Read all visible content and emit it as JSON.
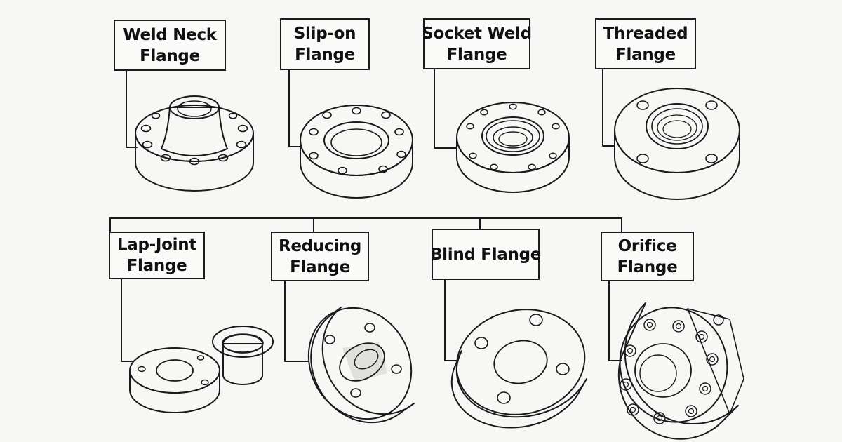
{
  "flanges": [
    {
      "line1": "Weld Neck",
      "line2": "Flange",
      "icon": "weld-neck-flange-icon"
    },
    {
      "line1": "Slip-on",
      "line2": "Flange",
      "icon": "slip-on-flange-icon"
    },
    {
      "line1": "Socket Weld",
      "line2": "Flange",
      "icon": "socket-weld-flange-icon"
    },
    {
      "line1": "Threaded",
      "line2": "Flange",
      "icon": "threaded-flange-icon"
    },
    {
      "line1": "Lap-Joint",
      "line2": "Flange",
      "icon": "lap-joint-flange-icon"
    },
    {
      "line1": "Reducing",
      "line2": "Flange",
      "icon": "reducing-flange-icon"
    },
    {
      "line1": "Blind Flange",
      "line2": "",
      "icon": "blind-flange-icon"
    },
    {
      "line1": "Orifice",
      "line2": "Flange",
      "icon": "orifice-flange-icon"
    }
  ],
  "colors": {
    "ink": "#1a1a1a",
    "paper": "#f7f7f5",
    "metal": "#e4e4e2"
  }
}
